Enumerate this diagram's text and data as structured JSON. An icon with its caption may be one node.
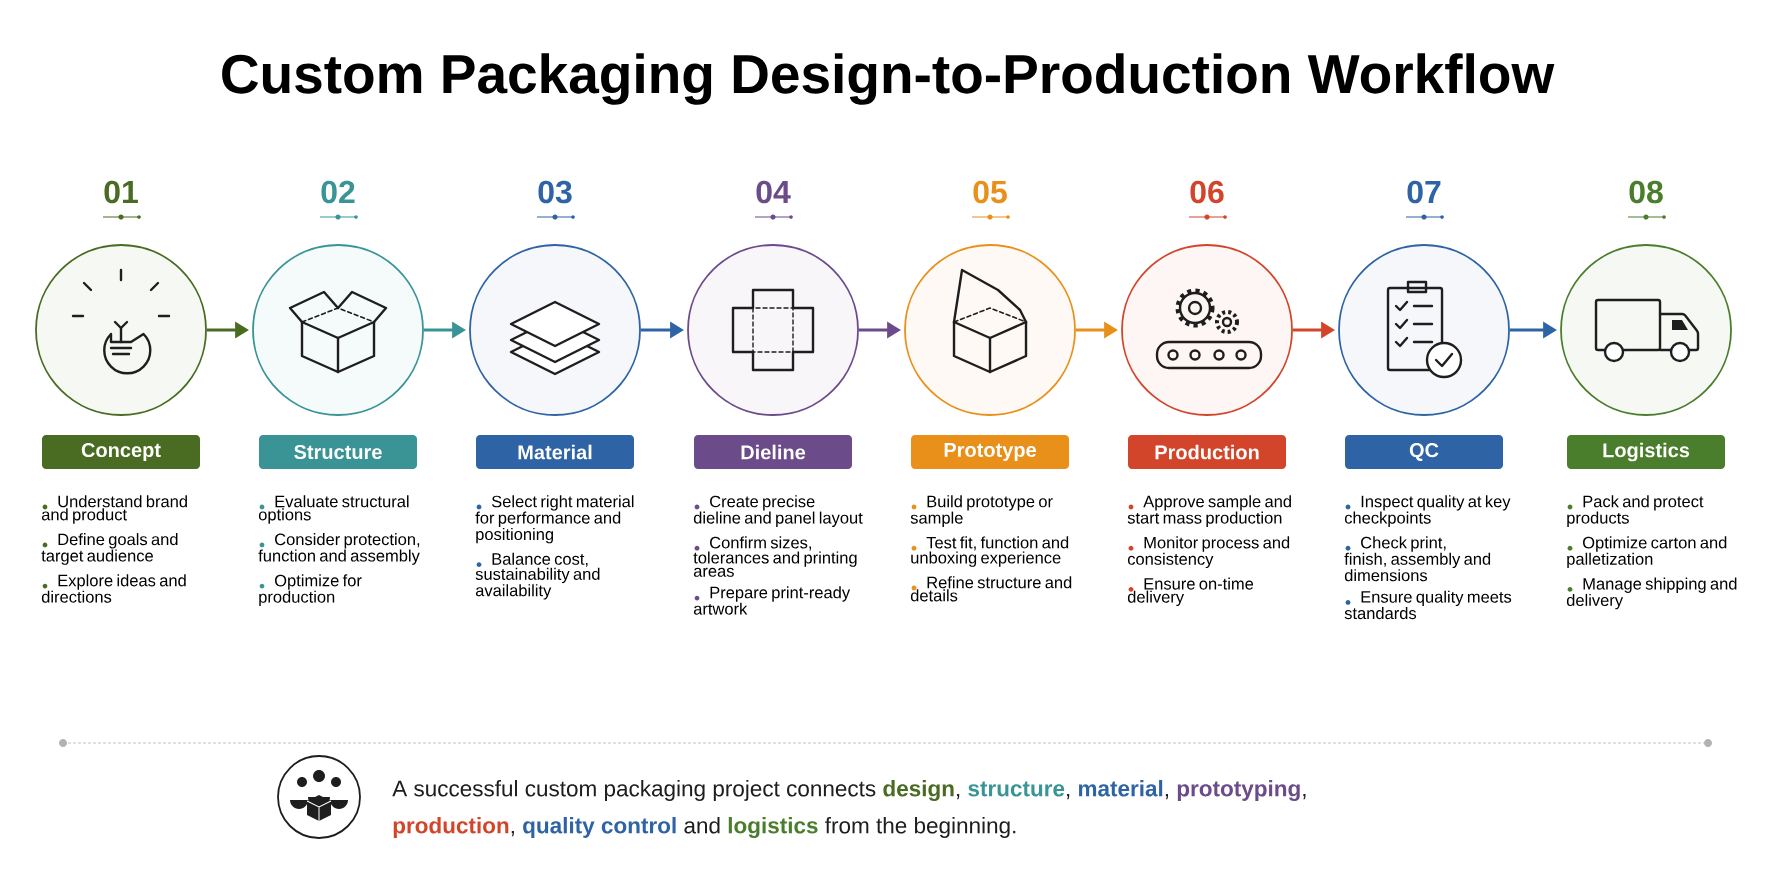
{
  "diagram": {
    "title": "Custom Packaging Design-to-Production Workflow",
    "nodes": [
      {
        "text": [],
        "shape": "circle",
        "beside": [
          "01"
        ]
      },
      {
        "text": [],
        "shape": "circle",
        "beside": [
          "02"
        ]
      },
      {
        "text": [],
        "shape": "circle",
        "beside": [
          "03"
        ]
      },
      {
        "text": [],
        "shape": "circle",
        "beside": [
          "04"
        ]
      },
      {
        "text": [],
        "shape": "circle",
        "beside": [
          "05"
        ]
      },
      {
        "text": [],
        "shape": "circle",
        "beside": [
          "06"
        ]
      },
      {
        "text": [],
        "shape": "circle",
        "beside": [
          "07"
        ]
      },
      {
        "text": [],
        "shape": "circle",
        "beside": [
          "08"
        ]
      },
      {
        "text": [
          "Concept"
        ],
        "beside": [
          "Understand brand and product",
          "Define goals and target audience",
          "Explore ideas and directions"
        ]
      },
      {
        "text": [
          "Structure"
        ],
        "beside": [
          "Evaluate structural options",
          "Consider protection, function and assembly",
          "Optimize for production"
        ]
      },
      {
        "text": [
          "Material"
        ],
        "beside": [
          "Select right material for performance and positioning",
          "Balance cost, sustainability and availability"
        ]
      },
      {
        "text": [
          "Dieline"
        ],
        "beside": [
          "Create precise dieline and panel layout",
          "Confirm sizes, tolerances and printing areas",
          "Prepare print-ready artwork"
        ]
      },
      {
        "text": [
          "Prototype"
        ],
        "beside": [
          "Build prototype or sample",
          "Test fit, function and unboxing experience",
          "Refine structure and details"
        ]
      },
      {
        "text": [
          "Production"
        ],
        "beside": [
          "Approve sample and start mass production",
          "Monitor process and consistency",
          "Ensure on-time delivery"
        ]
      },
      {
        "text": [
          "QC"
        ],
        "beside": [
          "Inspect quality at key checkpoints",
          "Check print, finish, assembly and dimensions",
          "Ensure quality meets standards"
        ]
      },
      {
        "text": [
          "Logistics"
        ],
        "beside": [
          "Pack and protect products",
          "Optimize carton and palletization",
          "Manage shipping and delivery"
        ]
      }
    ],
    "edges": [
      {
        "from": 0,
        "to": 1,
        "arrow": "to",
        "color": "#4a6b22"
      },
      {
        "from": 1,
        "to": 2,
        "arrow": "to",
        "color": "#3a9496"
      },
      {
        "from": 2,
        "to": 3,
        "arrow": "to",
        "color": "#2e63a6"
      },
      {
        "from": 3,
        "to": 4,
        "arrow": "to",
        "color": "#6b4b8a"
      },
      {
        "from": 4,
        "to": 5,
        "arrow": "to",
        "color": "#e8901a"
      },
      {
        "from": 5,
        "to": 6,
        "arrow": "to",
        "color": "#d2452a"
      },
      {
        "from": 6,
        "to": 7,
        "arrow": "to",
        "color": "#2e63a6"
      }
    ],
    "labels": [
      "A successful custom packaging project connects",
      "design",
      ",",
      "structure",
      ",",
      "material",
      ",",
      "prototyping",
      ",",
      "production",
      ",",
      "quality control",
      "and",
      "logistics",
      "from the beginning."
    ]
  }
}
